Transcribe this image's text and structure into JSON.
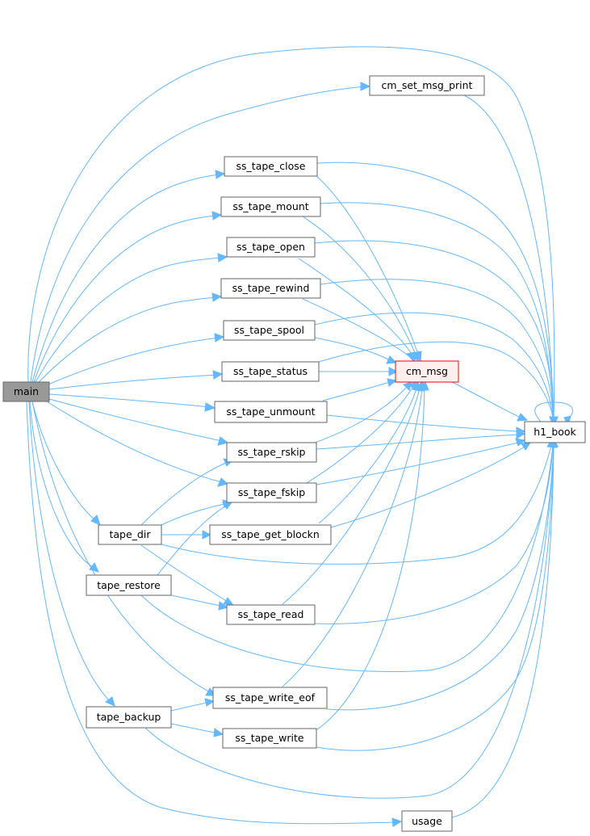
{
  "nodes": {
    "main": "main",
    "cm_set_msg_print": "cm_set_msg_print",
    "ss_tape_close": "ss_tape_close",
    "ss_tape_mount": "ss_tape_mount",
    "ss_tape_open": "ss_tape_open",
    "ss_tape_rewind": "ss_tape_rewind",
    "ss_tape_spool": "ss_tape_spool",
    "ss_tape_status": "ss_tape_status",
    "cm_msg": "cm_msg",
    "ss_tape_unmount": "ss_tape_unmount",
    "h1_book": "h1_book",
    "ss_tape_rskip": "ss_tape_rskip",
    "ss_tape_fskip": "ss_tape_fskip",
    "tape_dir": "tape_dir",
    "ss_tape_get_blockn": "ss_tape_get_blockn",
    "tape_restore": "tape_restore",
    "ss_tape_read": "ss_tape_read",
    "ss_tape_write_eof": "ss_tape_write_eof",
    "tape_backup": "tape_backup",
    "ss_tape_write": "ss_tape_write",
    "usage": "usage"
  },
  "colors": {
    "edge": "#63b8ff",
    "root_fill": "#999999",
    "highlight_stroke": "#ff0000",
    "highlight_fill": "#ffeeee",
    "node_stroke": "#666666"
  }
}
